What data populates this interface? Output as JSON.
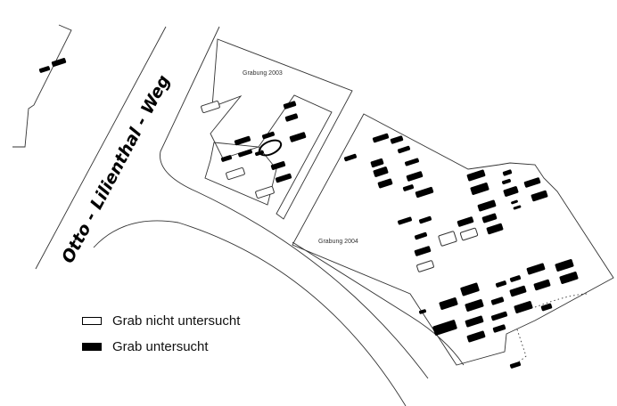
{
  "map": {
    "road_label": "Otto - Lilienthal - Weg",
    "excavation_2003_label": "Grabung 2003",
    "excavation_2004_label": "Grabung 2004"
  },
  "legend": {
    "items": [
      {
        "label": "Grab nicht untersucht",
        "symbol": "outline-rect"
      },
      {
        "label": "Grab untersucht",
        "symbol": "filled-rect"
      }
    ]
  },
  "colors": {
    "ink": "#000000",
    "background": "#ffffff"
  }
}
